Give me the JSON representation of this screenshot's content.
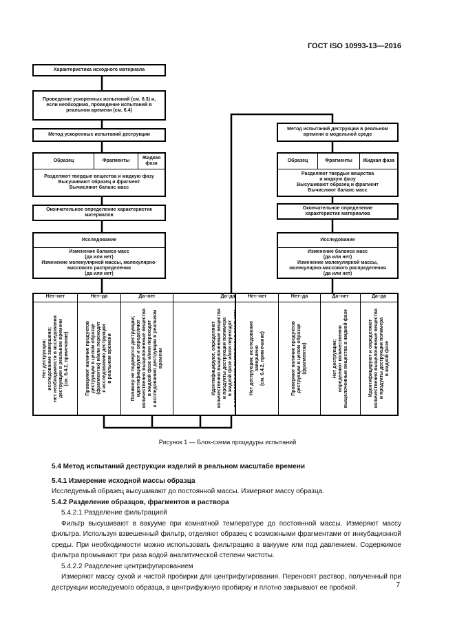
{
  "header": {
    "doc_id": "ГОСТ ISO 10993-13—2016"
  },
  "flowchart": {
    "left": {
      "box1": "Характеристика исходного материала",
      "box2": "Проведение ускоренных испытаний (см. 6.3) и, если необходимо, проведение испытаний в реальном времени (см. 6.4)",
      "box3": "Метод ускоренных испытаний деструкции",
      "box4": {
        "cols": [
          "Образец",
          "Фрагменты",
          "Жидкая фаза"
        ],
        "text": "Разделяют твердые вещества и жидкую фазу\nВысушивают образец и фрагмент\nВычисляют баланс масс"
      },
      "box5": "Окончательное определение характеристик материалов",
      "box6": {
        "title": "Исследование",
        "text": "Изменение баланса масс\n(да или нет)\nИзменение молекулярной массы, молекулярно-массового распределения\n(да или нет)"
      },
      "outcomes": [
        {
          "head": "Нет–нет",
          "text": "Нет деструкции;\nисследование завершено;\nнет необходимости в исследовании\nдеструкции в реальном времени\n(см. 6.4.2, примечание)"
        },
        {
          "head": "Нет–да",
          "text": "Проверяют наличие продуктов\nдеструкции в целом образце\n(фрагментах) и/или переходят\nк исследованию деструкции\nв реальном времени"
        },
        {
          "head": "Да–нет",
          "text": "Полимер не подвергся деструкции;\nидентифицируют и определяют\nколичественно выщелоченные вещества\nв жидкой фазе и/или переходят\nк исследованию деструкции в реальном\nвремени"
        },
        {
          "head": "Да–да",
          "text": "Идентифицируют, определяют\nколичественно выщелоченные вещества\nи продукты деструкции полимера\nв жидкой фазе и/или переходят\nк исследованию деструкции в реальном\nвремени"
        }
      ]
    },
    "right": {
      "box1": "Метод испытаний деструкции в реальном времени в модельной среде",
      "box2": {
        "cols": [
          "Образец",
          "Фрагменты",
          "Жидкая фаза"
        ],
        "text": "Разделяют твердые вещества\nи жидкую фазу\nВысушивают образец и фрагмент\nВычисляют баланс масс"
      },
      "box3": "Окончательное определение характеристик материалов",
      "box4": {
        "title": "Исследование",
        "text": "Изменение баланса масс\n(да или нет)\nИзменение молекулярной массы,\nмолекулярно-массового распределения\n(да или нет)"
      },
      "outcomes": [
        {
          "head": "Нет–нет",
          "text": "Нет деструкции; исследование\nзавершено\n(см. 6.4.2, примечание)"
        },
        {
          "head": "Нет–да",
          "text": "Проверяют наличие продуктов\nдеструкции в целом образце\n(фрагментах)"
        },
        {
          "head": "Да–нет",
          "text": "Нет деструкции;\nопределяют количественно\nвыщелоченные вещества в жидкой фазе"
        },
        {
          "head": "Да–да",
          "text": "Идентифицируют и определяют\nколичественно выщелоченные вещества\nи продукты деструкции полимера\nв жидкой фазе"
        }
      ]
    }
  },
  "caption": "Рисунок 1 — Блок-схема процедуры испытаний",
  "body": {
    "s54": "5.4  Метод испытаний деструкции изделий в реальном масштабе времени",
    "s541": "5.4.1  Измерение исходной массы образца",
    "p541": "Исследуемый образец высушивают до постоянной массы. Измеряют массу образца.",
    "s542": "5.4.2  Разделение образцов, фрагментов и раствора",
    "s5421": "5.4.2.1  Разделение фильтрацией",
    "p5421": "Фильтр высушивают в вакууме при комнатной температуре до постоянной массы. Измеряют массу фильтра. Используя взвешенный фильтр, отделяют образец с возможными фрагментами от инкубационной среды. При необходимости можно использовать фильтрацию в вакууме или под давлением. Содержимое фильтра промывают три раза водой аналитической степени чистоты.",
    "s5422": "5.4.2.2 Разделение центрифугированием",
    "p5422": "Измеряют массу сухой и чистой пробирки для центрифугирования. Переносят раствор, полученный при деструкции исследуемого образца, в центрифужную пробирку и плотно закрывают ее пробкой."
  },
  "page_number": "7"
}
